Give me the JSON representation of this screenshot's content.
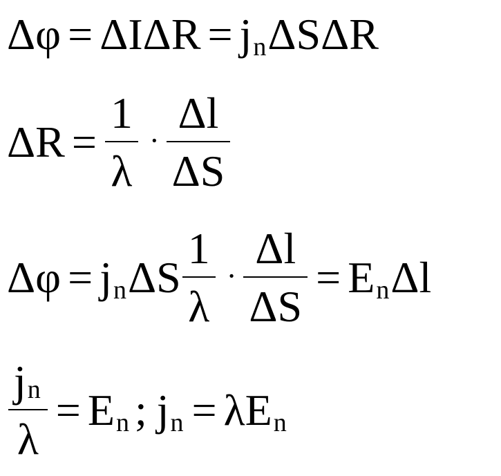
{
  "equations": [
    {
      "id": "eq1",
      "tokens": [
        "Δφ",
        "=",
        "ΔIΔR",
        "=",
        "j",
        "n",
        "ΔSΔR"
      ]
    },
    {
      "id": "eq2",
      "lhs": "ΔR",
      "eq": "=",
      "frac1": {
        "num": "1",
        "den": "λ"
      },
      "dot": "·",
      "frac2": {
        "num": "Δl",
        "den": "ΔS"
      }
    },
    {
      "id": "eq3",
      "lhs": "Δφ",
      "eq1": "=",
      "j": "j",
      "j_sub": "n",
      "dS": "ΔS",
      "frac1": {
        "num": "1",
        "den": "λ"
      },
      "dot": "·",
      "frac2": {
        "num": "Δl",
        "den": "ΔS"
      },
      "eq2": "=",
      "E": "E",
      "E_sub": "n",
      "dl": "Δl"
    },
    {
      "id": "eq4",
      "frac": {
        "num_main": "j",
        "num_sub": "n",
        "den": "λ"
      },
      "eq1": "=",
      "E1": "E",
      "E1_sub": "n",
      "sep": ";",
      "j": "j",
      "j_sub": "n",
      "eq2": "=",
      "lam": "λ",
      "E2": "E",
      "E2_sub": "n"
    }
  ]
}
